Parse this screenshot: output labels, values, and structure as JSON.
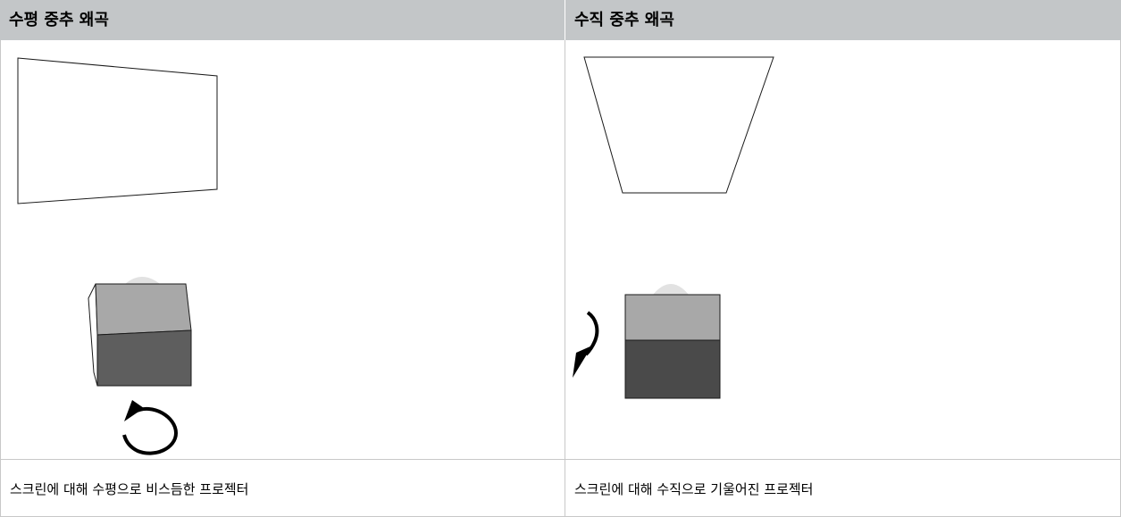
{
  "table": {
    "headers": [
      "수평 중추 왜곡",
      "수직 중추 왜곡"
    ],
    "captions": [
      "스크린에 대해 수평으로 비스듬한 프로젝터",
      "스크린에 대해 수직으로 기울어진 프로젝터"
    ]
  },
  "colors": {
    "header_bg": "#c3c6c8",
    "projector_top": "#a8a8a8",
    "projector_front": "#5e5e5e",
    "projector_front_dark": "#4a4a4a",
    "lens": "#e2e2e2",
    "outline": "#1a1a1a"
  },
  "icons": [
    "horizontal-rotation-arrow-icon",
    "vertical-rotation-arrow-icon"
  ]
}
